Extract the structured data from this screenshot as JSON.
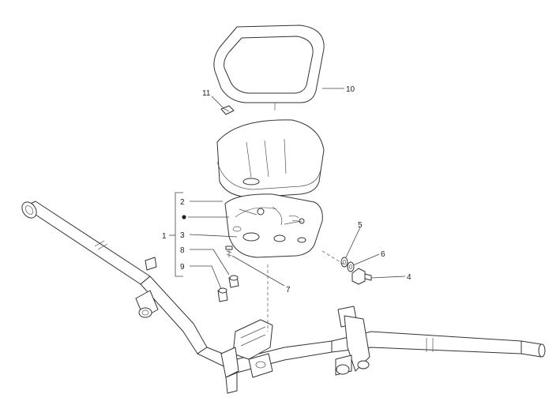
{
  "diagram": {
    "callouts": [
      {
        "id": "c1",
        "label": "1"
      },
      {
        "id": "c2",
        "label": "2"
      },
      {
        "id": "c3",
        "label": "3"
      },
      {
        "id": "c4",
        "label": "4"
      },
      {
        "id": "c5",
        "label": "5"
      },
      {
        "id": "c6",
        "label": "6"
      },
      {
        "id": "c7",
        "label": "7"
      },
      {
        "id": "c8",
        "label": "8"
      },
      {
        "id": "c9",
        "label": "9"
      },
      {
        "id": "c10",
        "label": "10"
      },
      {
        "id": "c11",
        "label": "11"
      }
    ],
    "colors": {
      "line": "#333333",
      "background": "#ffffff"
    }
  }
}
